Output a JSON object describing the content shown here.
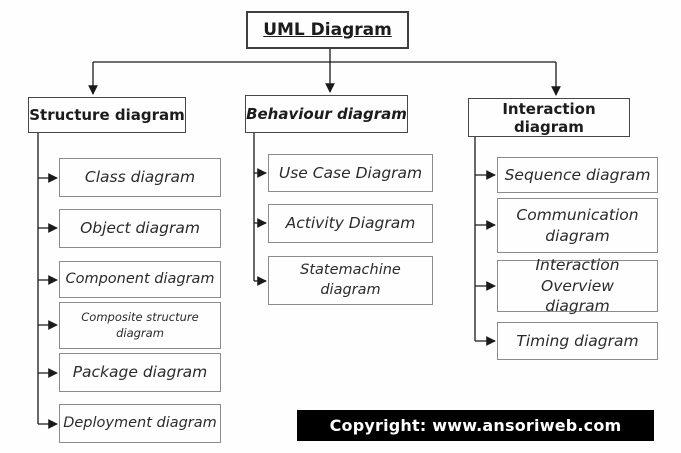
{
  "root": {
    "label": "UML Diagram"
  },
  "columns": [
    {
      "header": "Structure diagram",
      "children": [
        "Class diagram",
        "Object diagram",
        "Component diagram",
        "Composite structure diagram",
        "Package diagram",
        "Deployment diagram"
      ]
    },
    {
      "header": "Behaviour diagram",
      "children": [
        "Use Case Diagram",
        "Activity Diagram",
        "Statemachine diagram"
      ]
    },
    {
      "header": "Interaction diagram",
      "children": [
        "Sequence diagram",
        "Communication diagram",
        "Interaction Overview diagram",
        "Timing diagram"
      ]
    }
  ],
  "footer": {
    "copyright": "Copyright: www.ansoriweb.com"
  },
  "colors": {
    "background": "#fefefe",
    "box_border_dark": "#474747",
    "box_border_light": "#8b8b8b",
    "line": "#1a1a1a",
    "footer_bg": "#000000",
    "footer_text": "#ffffff"
  }
}
